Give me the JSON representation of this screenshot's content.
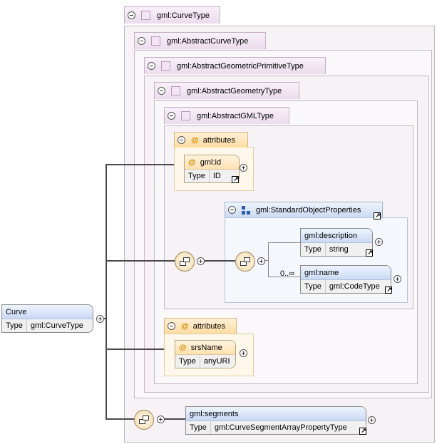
{
  "types": {
    "curve_type": "gml:CurveType",
    "abstract_curve_type": "gml:AbstractCurveType",
    "abstract_geometric_primitive_type": "gml:AbstractGeometricPrimitiveType",
    "abstract_geometry_type": "gml:AbstractGeometryType",
    "abstract_gml_type": "gml:AbstractGMLType"
  },
  "labels": {
    "attributes": "attributes",
    "type": "Type",
    "at": "@"
  },
  "gml_id": {
    "name": "gml:id",
    "type": "ID"
  },
  "standard_object_properties": "gml:StandardObjectProperties",
  "description": {
    "name": "gml:description",
    "type": "string"
  },
  "name_elem": {
    "name": "gml:name",
    "type": "gml:CodeType",
    "cardinality": "0..∞"
  },
  "srs_name": {
    "name": "srsName",
    "type": "anyURI"
  },
  "root": {
    "name": "Curve",
    "type": "gml:CurveType"
  },
  "segments": {
    "name": "gml:segments",
    "type": "gml:CurveSegmentArrayPropertyType"
  },
  "colors": {
    "frame": "#f6f2f6",
    "element_header": "#c9d9f3",
    "attribute_header": "#ffdca0"
  }
}
